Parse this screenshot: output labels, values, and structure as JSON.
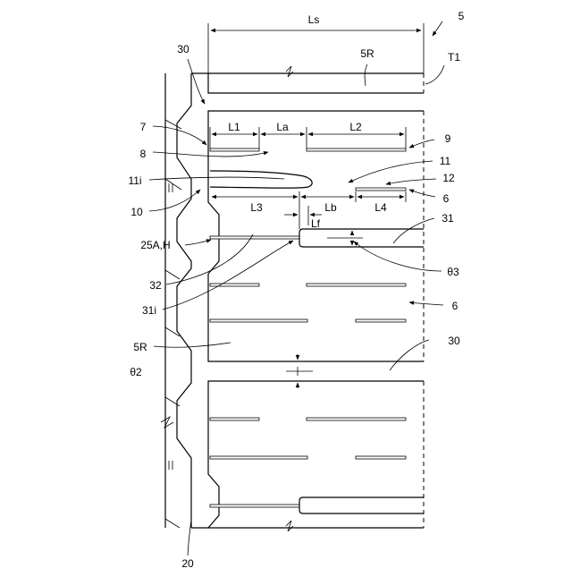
{
  "labels": {
    "ls": "Ls",
    "five": "5",
    "t1": "T1",
    "thirty_top": "30",
    "fiveR_top": "5R",
    "l1": "L1",
    "la": "La",
    "l2": "L2",
    "seven": "7",
    "nine": "9",
    "eight": "8",
    "eleven": "11",
    "eleven_i": "11i",
    "twelve": "12",
    "six_top": "6",
    "ten": "10",
    "l3": "L3",
    "lb": "Lb",
    "l4": "L4",
    "lf": "Lf",
    "thirtyone": "31",
    "twentyfive": "25A,H",
    "theta3": "θ3",
    "thirtytwo": "32",
    "thirtyone_i": "31i",
    "six_mid": "6",
    "fiveR_mid": "5R",
    "thirty_mid": "30",
    "theta2": "θ2",
    "twenty": "20"
  }
}
